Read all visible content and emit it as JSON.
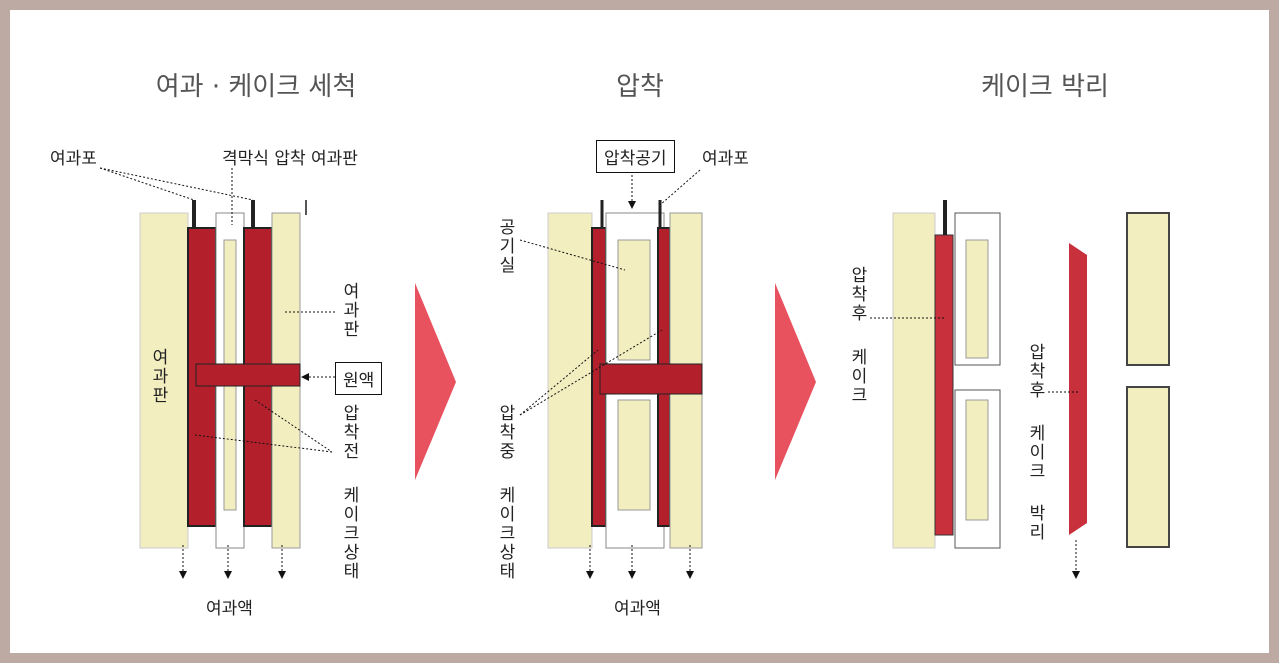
{
  "titles": {
    "filtration": "여과 · 케이크 세척",
    "squeeze": "압착",
    "discharge": "케이크 박리"
  },
  "panel1": {
    "filter_cloth": "여과포",
    "membrane_plate": "격막식 압착 여과판",
    "filter_plate_right": "여과판",
    "filter_plate_left": "여과판",
    "slurry": "원액",
    "before_squeeze": "압착전",
    "cake_state": "케이크상태",
    "filtrate": "여과액"
  },
  "panel2": {
    "compressed_air": "압착공기",
    "filter_cloth": "여과포",
    "air_chamber": "공기실",
    "during_squeeze": "압착중",
    "cake_state": "케이크상태",
    "filtrate": "여과액"
  },
  "panel3": {
    "after_squeeze_left": "압착후",
    "cake_left": "케이크",
    "after_squeeze_right": "압착후",
    "cake_right": "케이크",
    "discharge": "박리"
  },
  "colors": {
    "frame": "#bdaaa3",
    "plate": "#f3eec0",
    "cake": "#b3202c",
    "arrow": "#e8525f"
  }
}
